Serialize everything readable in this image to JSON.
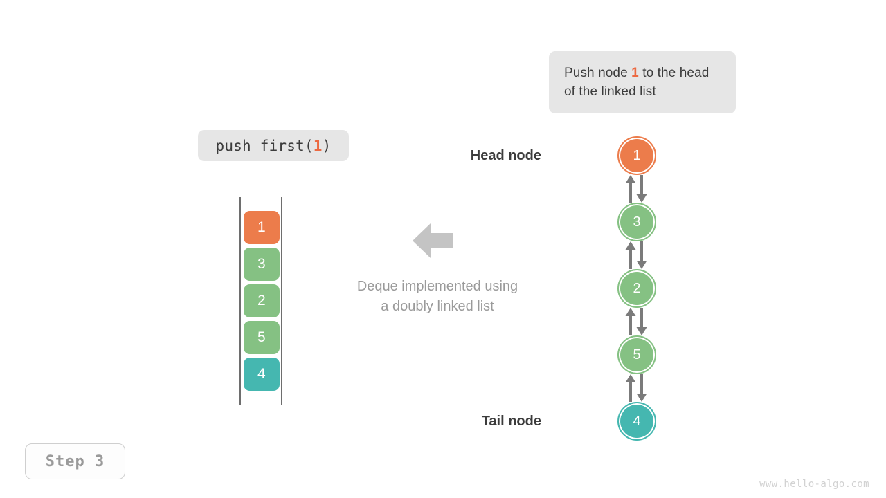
{
  "annotation": {
    "text_before": "Push node ",
    "highlight": "1",
    "text_after": " to the head of the linked list"
  },
  "operation": {
    "name": "push_first(",
    "arg": "1",
    "close": ")"
  },
  "caption": {
    "line1": "Deque implemented using",
    "line2": "a doubly linked list"
  },
  "deque": {
    "cells": [
      {
        "value": "1",
        "color": "#ec7c4b"
      },
      {
        "value": "3",
        "color": "#85c183"
      },
      {
        "value": "2",
        "color": "#85c183"
      },
      {
        "value": "5",
        "color": "#85c183"
      },
      {
        "value": "4",
        "color": "#45b7b0"
      }
    ]
  },
  "linked_list": {
    "head_label": "Head node",
    "tail_label": "Tail node",
    "nodes": [
      {
        "value": "1",
        "color": "#ec7c4b",
        "ring": "#ec7c4b"
      },
      {
        "value": "3",
        "color": "#85c183",
        "ring": "#85c183"
      },
      {
        "value": "2",
        "color": "#85c183",
        "ring": "#85c183"
      },
      {
        "value": "5",
        "color": "#85c183",
        "ring": "#85c183"
      },
      {
        "value": "4",
        "color": "#45b7b0",
        "ring": "#45b7b0"
      }
    ]
  },
  "step": {
    "label": "Step 3"
  },
  "watermark": {
    "text": "www.hello-algo.com"
  },
  "colors": {
    "accent_orange": "#ec6941",
    "node_green": "#85c183",
    "node_teal": "#45b7b0",
    "chip_gray": "#e6e6e6",
    "arrow_gray": "#7b7b7b",
    "caption_gray": "#9a9a9a"
  }
}
